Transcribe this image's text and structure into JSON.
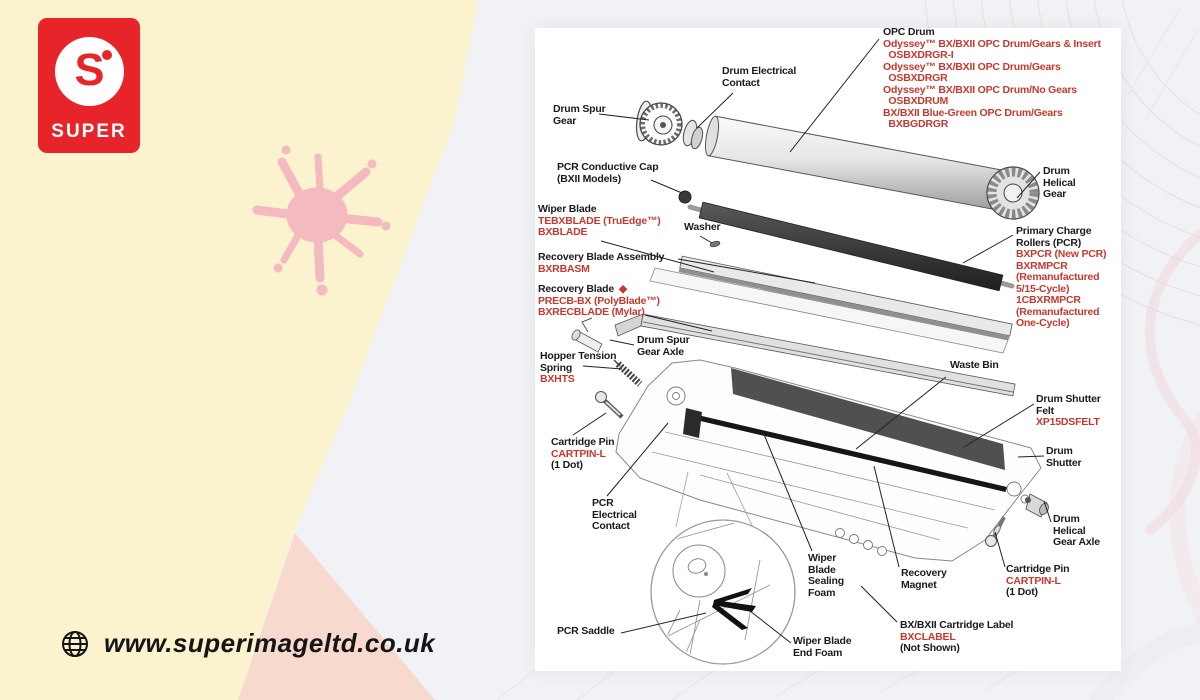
{
  "brand": {
    "logo_letter": "S",
    "logo_name": "SUPER"
  },
  "footer": {
    "icon": "globe-icon",
    "url": "www.superimageltd.co.uk"
  },
  "colors": {
    "logo_red": "#E8242B",
    "label_red": "#C4392F",
    "cream": "#FBF2CE",
    "splat_pink": "#F5B9C0",
    "salmon": "#F8D9CE",
    "canvas_gray": "#F1F2F6"
  },
  "diagram": {
    "labels": [
      {
        "id": "drum-spur-gear",
        "name": "Drum Spur\nGear"
      },
      {
        "id": "drum-electrical-contact",
        "name": "Drum Electrical\nContact"
      },
      {
        "id": "opc-drum",
        "name": "OPC Drum",
        "code": "Odyssey™ BX/BXII OPC Drum/Gears & Insert\n  OSBXDRGR-I\nOdyssey™ BX/BXII OPC Drum/Gears\n  OSBXDRGR\nOdyssey™ BX/BXII OPC Drum/No Gears\n  OSBXDRUM\nBX/BXII Blue-Green OPC Drum/Gears\n  BXBGDRGR"
      },
      {
        "id": "pcr-conductive-cap",
        "name": "PCR Conductive Cap\n(BXII Models)"
      },
      {
        "id": "wiper-blade",
        "name": "Wiper Blade",
        "code": "TEBXBLADE (TruEdge™)\nBXBLADE"
      },
      {
        "id": "washer",
        "name": "Washer"
      },
      {
        "id": "recovery-blade-assembly",
        "name": "Recovery Blade Assembly",
        "code": "BXRBASM"
      },
      {
        "id": "recovery-blade",
        "name": "Recovery Blade",
        "marker": "◆",
        "code": "PRECB-BX (PolyBlade™)\nBXRECBLADE (Mylar)"
      },
      {
        "id": "drum-spur-gear-axle",
        "name": "Drum Spur\nGear Axle"
      },
      {
        "id": "hopper-tension-spring",
        "name": "Hopper Tension\nSpring",
        "code": "BXHTS"
      },
      {
        "id": "cartridge-pin-left",
        "name": "Cartridge Pin",
        "code": "CARTPIN-L",
        "note": "(1 Dot)"
      },
      {
        "id": "drum-helical-gear",
        "name": "Drum\nHelical\nGear"
      },
      {
        "id": "primary-charge-rollers",
        "name": "Primary Charge\nRollers (PCR)",
        "code": "BXPCR (New PCR)\nBXRMPCR\n(Remanufactured\n5/15-Cycle)\n1CBXRMPCR\n(Remanufactured\nOne-Cycle)"
      },
      {
        "id": "waste-bin",
        "name": "Waste Bin"
      },
      {
        "id": "drum-shutter-felt",
        "name": "Drum Shutter\nFelt",
        "code": "XP15DSFELT"
      },
      {
        "id": "drum-shutter",
        "name": "Drum\nShutter"
      },
      {
        "id": "drum-helical-gear-axle",
        "name": "Drum\nHelical\nGear Axle"
      },
      {
        "id": "cartridge-pin-right",
        "name": "Cartridge Pin",
        "code": "CARTPIN-L",
        "note": "(1 Dot)"
      },
      {
        "id": "recovery-magnet",
        "name": "Recovery\nMagnet"
      },
      {
        "id": "bx-cartridge-label",
        "name": "BX/BXII Cartridge Label",
        "code": "BXCLABEL",
        "note": "(Not Shown)"
      },
      {
        "id": "pcr-electrical-contact",
        "name": "PCR\nElectrical\nContact"
      },
      {
        "id": "pcr-saddle",
        "name": "PCR Saddle"
      },
      {
        "id": "wiper-blade-sealing-foam",
        "name": "Wiper\nBlade\nSealing\nFoam"
      },
      {
        "id": "wiper-blade-end-foam",
        "name": "Wiper Blade\nEnd Foam"
      }
    ]
  }
}
